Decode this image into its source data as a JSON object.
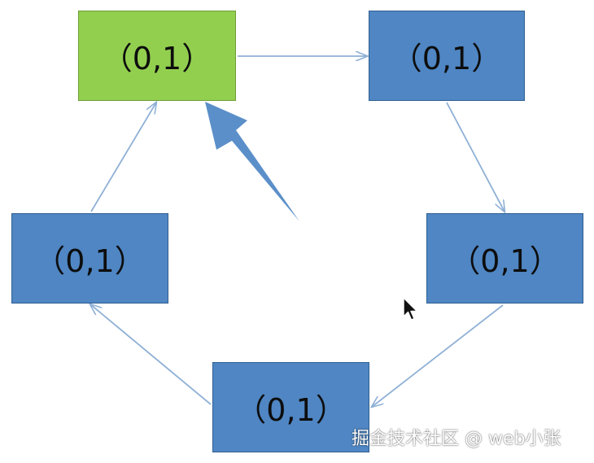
{
  "diagram": {
    "nodes": [
      {
        "id": "n1",
        "label": "（0,1）",
        "color": "#92cf4f"
      },
      {
        "id": "n2",
        "label": "（0,1）",
        "color": "#4f86c3"
      },
      {
        "id": "n3",
        "label": "（0,1）",
        "color": "#4f86c3"
      },
      {
        "id": "n4",
        "label": "（0,1）",
        "color": "#4f86c3"
      },
      {
        "id": "n5",
        "label": "（0,1）",
        "color": "#4f86c3"
      }
    ],
    "edges": [
      {
        "from": "n1",
        "to": "n2"
      },
      {
        "from": "n2",
        "to": "n3"
      },
      {
        "from": "n3",
        "to": "n4"
      },
      {
        "from": "n4",
        "to": "n5"
      },
      {
        "from": "n5",
        "to": "n1"
      }
    ],
    "edge_color": "#8fb0d6",
    "pointer_arrow_color": "#5b8fc9",
    "pointer_target": "n1"
  },
  "cursor_icon": "mouse-pointer-icon",
  "watermark": "掘金技术社区 @ web小张"
}
